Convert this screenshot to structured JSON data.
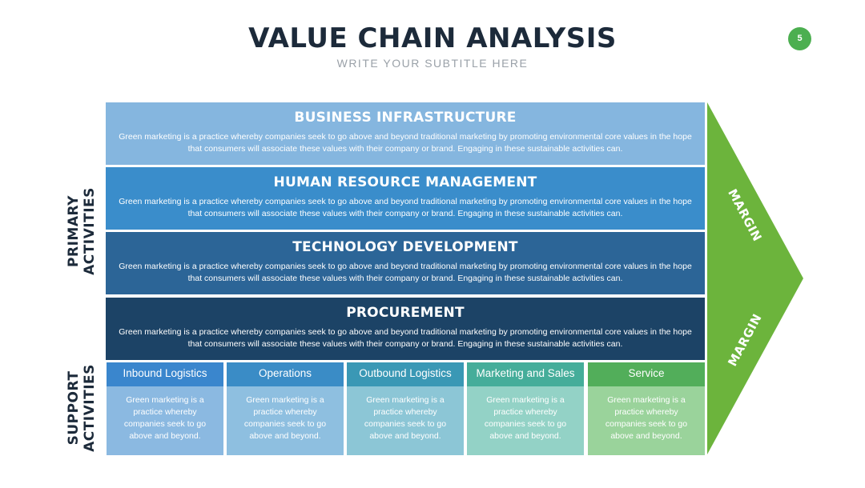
{
  "header": {
    "title": "VALUE CHAIN ANALYSIS",
    "subtitle": "WRITE YOUR SUBTITLE HERE",
    "page_number": "5"
  },
  "side_labels": {
    "primary": [
      "PRIMARY",
      "ACTIVITIES"
    ],
    "support": [
      "SUPPORT",
      "ACTIVITIES"
    ]
  },
  "bands": [
    {
      "title": "BUSINESS INFRASTRUCTURE",
      "description": "Green marketing is a practice whereby companies seek to go above and beyond traditional marketing by promoting environmental core values in the hope that consumers will associate these values with their company or brand. Engaging in these sustainable activities can.",
      "color": "#85b6df"
    },
    {
      "title": "HUMAN RESOURCE MANAGEMENT",
      "description": "Green marketing is a practice whereby companies seek to go above and beyond traditional marketing by promoting environmental core values in the hope that consumers will associate these values with their company or brand. Engaging in these sustainable activities can.",
      "color": "#3a8dcb"
    },
    {
      "title": "TECHNOLOGY DEVELOPMENT",
      "description": "Green marketing is a practice whereby companies seek to go above and beyond traditional marketing by promoting environmental core values in the hope that consumers will associate these values with their company or brand. Engaging in these sustainable activities can.",
      "color": "#2c6597"
    },
    {
      "title": "PROCUREMENT",
      "description": "Green marketing is a practice whereby companies seek to go above and beyond traditional marketing by promoting environmental core values in the hope that consumers will associate these values with their company or brand. Engaging in these sustainable activities can.",
      "color": "#1c4366"
    }
  ],
  "columns": [
    {
      "title": "Inbound Logistics",
      "description": "Green marketing is a practice whereby companies seek to go above and beyond.",
      "head_color": "#3a86cd",
      "body_color": "#8bb9e1"
    },
    {
      "title": "Operations",
      "description": "Green marketing is a practice whereby companies seek to go above and beyond.",
      "head_color": "#3a8cc6",
      "body_color": "#8ebfe0"
    },
    {
      "title": "Outbound Logistics",
      "description": "Green marketing is a practice whereby companies seek to go above and beyond.",
      "head_color": "#3a98b5",
      "body_color": "#8cc6d6"
    },
    {
      "title": "Marketing and Sales",
      "description": "Green marketing is a practice whereby companies seek to go above and beyond.",
      "head_color": "#45ad9a",
      "body_color": "#93d2c6"
    },
    {
      "title": "Service",
      "description": "Green marketing is a practice whereby companies seek to go above and beyond.",
      "head_color": "#52ae5a",
      "body_color": "#9ad39b"
    }
  ],
  "margin": {
    "labels": [
      "MARGIN",
      "MARGIN"
    ],
    "color": "#6cb43c"
  }
}
